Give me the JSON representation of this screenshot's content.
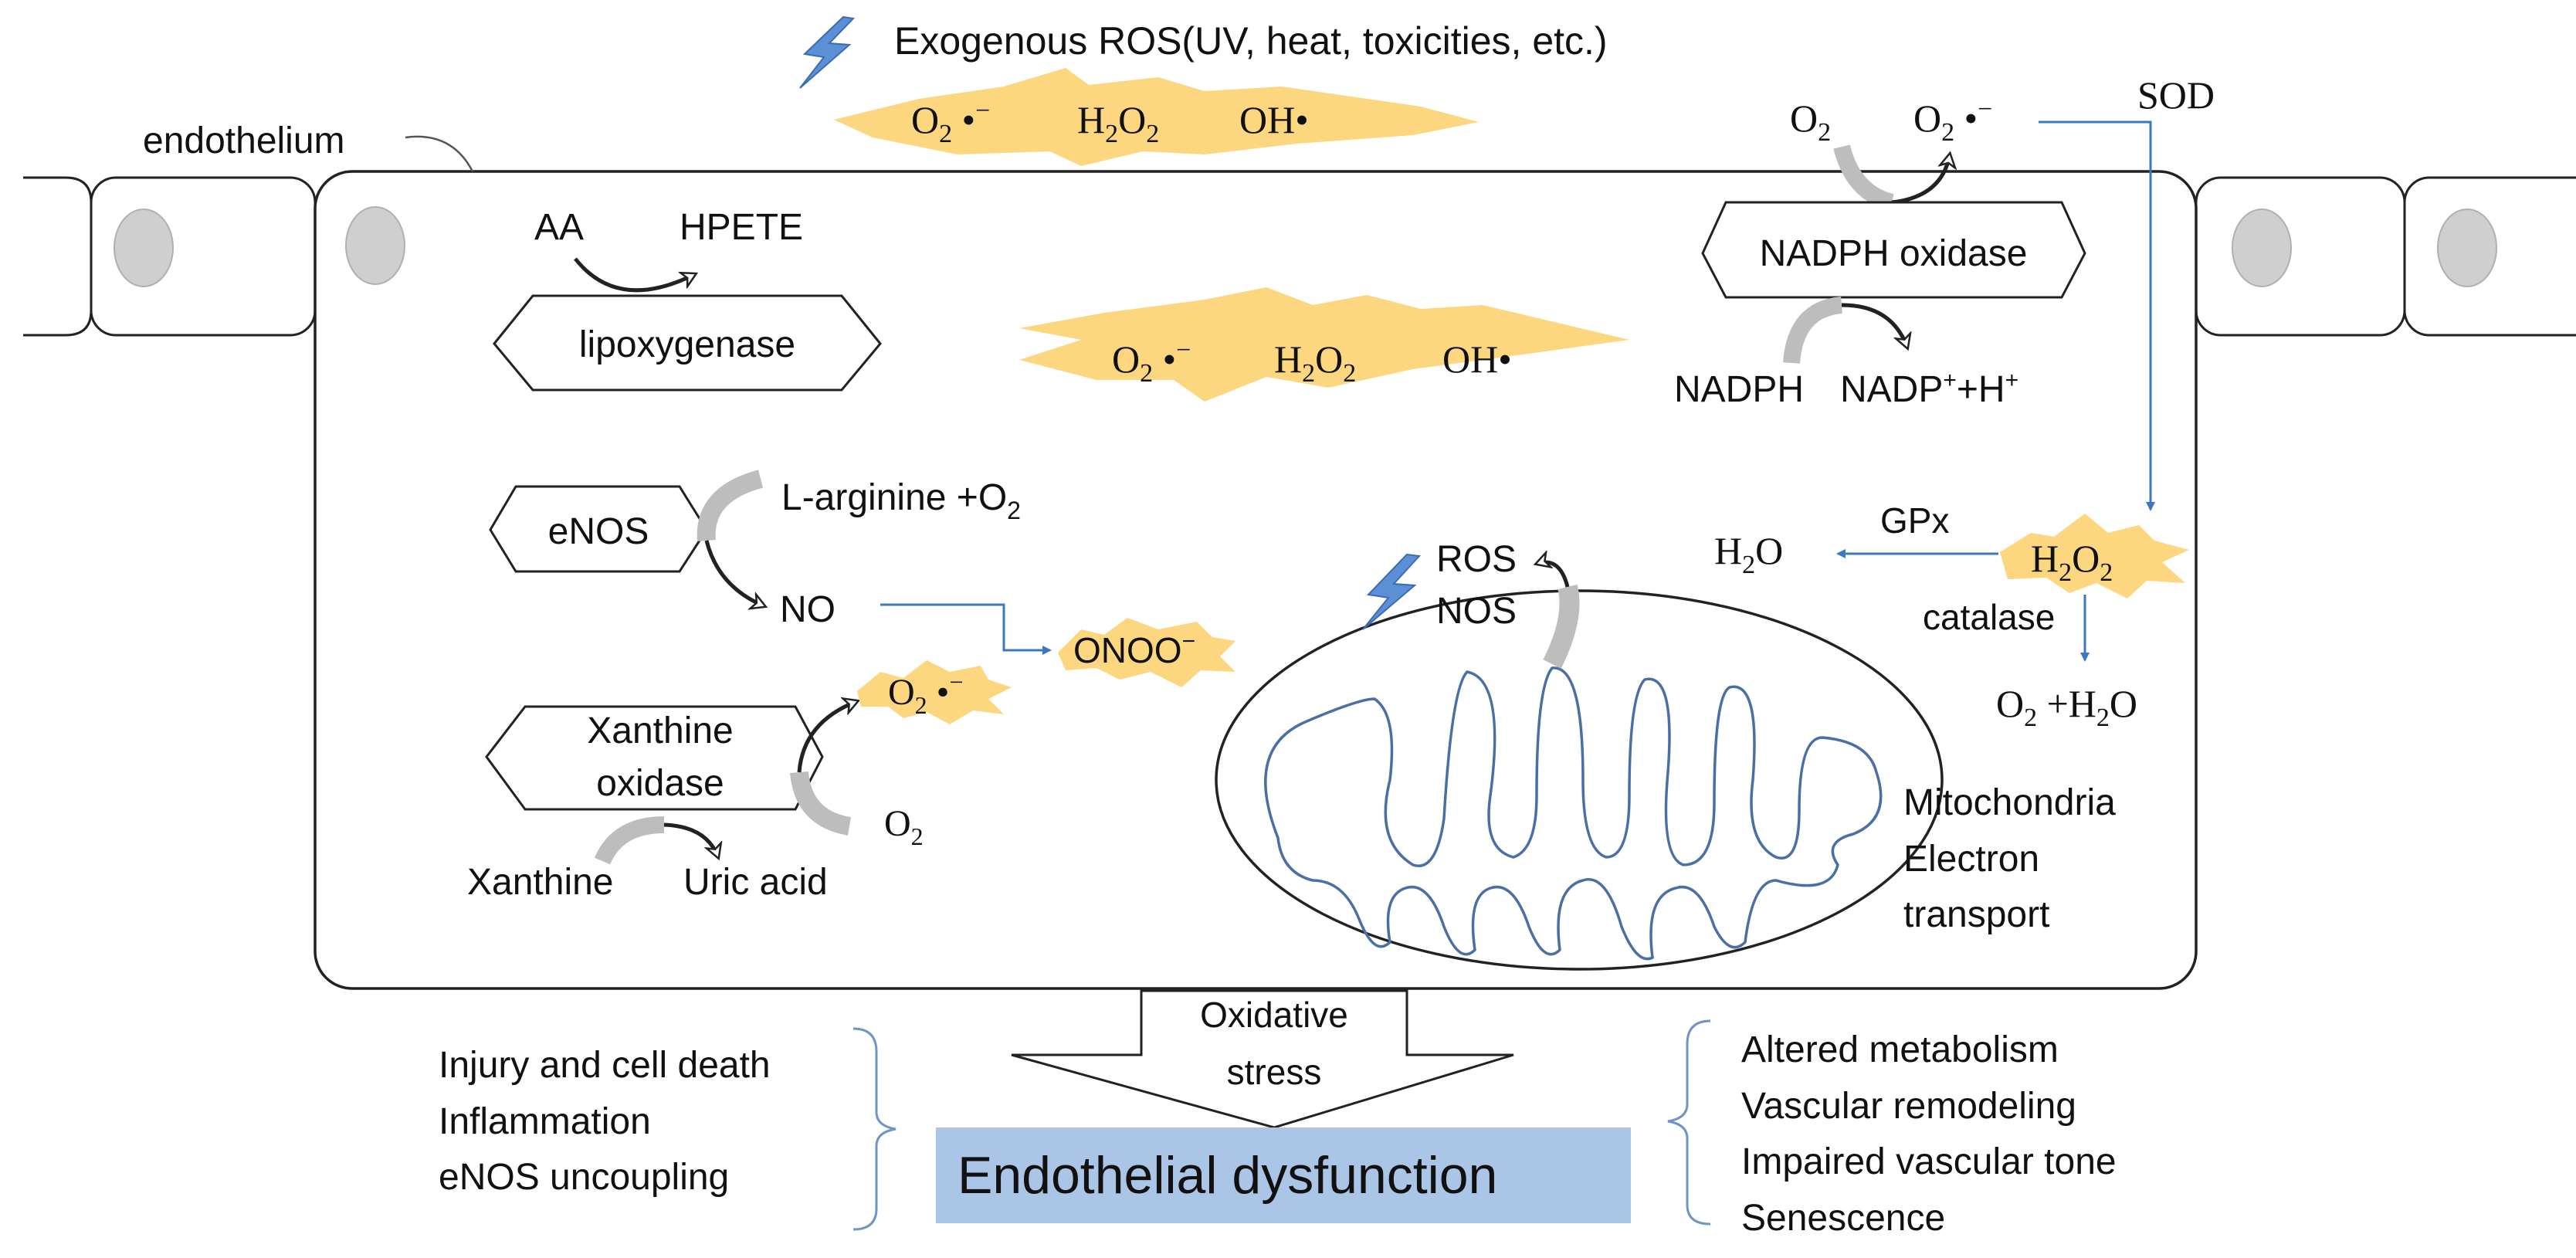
{
  "header": {
    "exogenous_label": "Exogenous ROS(UV, heat, toxicities, etc.)"
  },
  "labels": {
    "endothelium": "endothelium",
    "sod": "SOD",
    "gpx": "GPx",
    "catalase": "catalase",
    "aa": "AA",
    "hpete": "HPETE",
    "l_arginine": "L-arginine +O",
    "no": "NO",
    "xanthine": "Xanthine",
    "uric_acid": "Uric acid",
    "o2_xo": "O",
    "nadph": "NADPH",
    "nadp": "NADP",
    "nadp_h": "+H",
    "o2_nox": "O",
    "o2_nox_product": "O",
    "ros": "ROS",
    "nos": "NOS",
    "h2o_left": "H",
    "h2o2_right": "H",
    "o2_h2o_product": "O",
    "mito_line1": "Mitochondria",
    "mito_line2": "Electron",
    "mito_line3": "transport"
  },
  "enzymes": {
    "lipoxygenase": "lipoxygenase",
    "enos": "eNOS",
    "xanthine_oxidase_line1": "Xanthine",
    "xanthine_oxidase_line2": "oxidase",
    "nadph_oxidase": "NADPH oxidase"
  },
  "ros_bursts": {
    "o2_radical": "O",
    "h2o2": "H",
    "oh_radical": "OH"
  },
  "peroxynitrite": "ONOO",
  "superoxide_xo": "O",
  "outcome": {
    "stress_line1": "Oxidative",
    "stress_line2": "stress",
    "dysfunction": "Endothelial dysfunction",
    "left_effects": [
      "Injury and cell death",
      "Inflammation",
      "eNOS uncoupling"
    ],
    "right_effects": [
      "Altered metabolism",
      "Vascular remodeling",
      "Impaired vascular tone",
      "Senescence"
    ]
  },
  "colors": {
    "burst_fill": "#fcd77f",
    "arrow_blue": "#3a78c2",
    "mito_line": "#4a6fa5",
    "dysfunction_box": "#abc5e6",
    "nucleus": "#cfcfcf",
    "gray_arrow": "#bdbdbd"
  }
}
